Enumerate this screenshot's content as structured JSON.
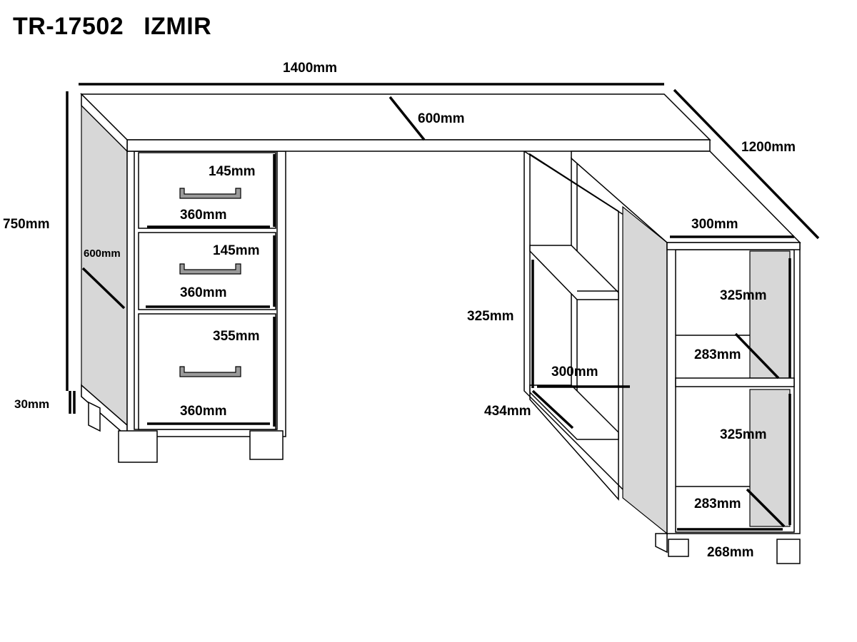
{
  "title": {
    "code": "TR-17502",
    "name": "IZMIR"
  },
  "dimensions": {
    "top_width": "1400mm",
    "top_depth": "600mm",
    "return_length": "1200mm",
    "height": "750mm",
    "leg_height": "30mm",
    "side_depth": "600mm",
    "drawer1_height": "145mm",
    "drawer1_width": "360mm",
    "drawer2_height": "145mm",
    "drawer2_width": "360mm",
    "drawer3_height": "355mm",
    "drawer3_width": "360mm",
    "open_shelf_height": "325mm",
    "open_shelf_depth": "300mm",
    "open_shelf_width": "434mm",
    "cabinet_width": "300mm",
    "cabinet_upper_height": "325mm",
    "cabinet_upper_depth": "283mm",
    "cabinet_lower_height": "325mm",
    "cabinet_lower_depth": "283mm",
    "cabinet_inner_width": "268mm"
  }
}
